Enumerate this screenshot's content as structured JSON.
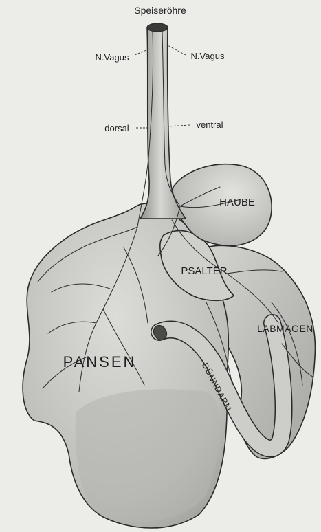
{
  "labels": {
    "esophagus": "Speiseröhre",
    "vagus_left": "N.Vagus",
    "vagus_right": "N.Vagus",
    "dorsal": "dorsal",
    "ventral": "ventral",
    "reticulum": "HAUBE",
    "omasum": "PSALTER",
    "abomasum": "LABMAGEN",
    "rumen": "PANSEN",
    "small_intestine": "DÜNNDARM"
  },
  "colors": {
    "background": "#ecece8",
    "organ_fill": "#c8c8c4",
    "outline": "#2a2a2a",
    "label": "#1e1e1e"
  }
}
